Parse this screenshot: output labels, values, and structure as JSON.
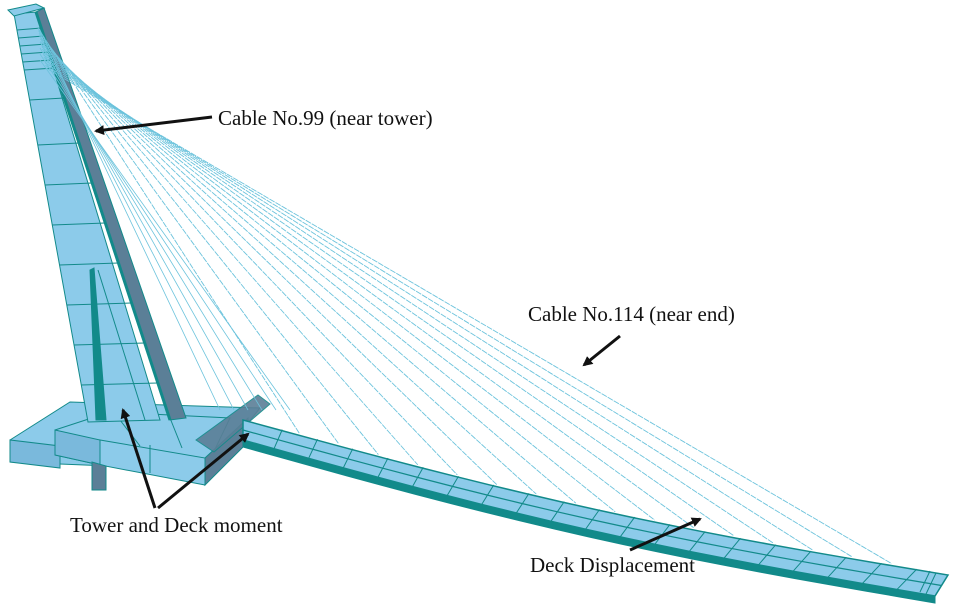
{
  "figure": {
    "subject": "Cable-stayed bridge finite element model",
    "colors": {
      "face_light": "#8ccbea",
      "face_mid": "#7ab9dc",
      "face_dark": "#5b7f97",
      "edge": "#128a8a",
      "cable": "#6cc3dc",
      "arrow": "#111111",
      "background": "#ffffff"
    },
    "cable_count": 16
  },
  "annotations": {
    "cable_near_tower": "Cable No.99 (near tower)",
    "cable_near_end": "Cable No.114 (near end)",
    "tower_deck_moment": "Tower and Deck moment",
    "deck_displacement": "Deck Displacement"
  }
}
